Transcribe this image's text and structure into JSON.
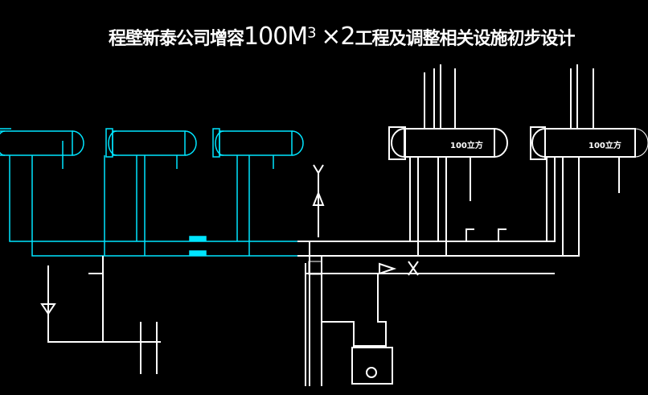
{
  "title": {
    "prefix": "程壁新泰公司增容",
    "capacity": "100M",
    "exponent": "3",
    "multiplier": "×2",
    "suffix": "工程及调整相关设施初步设计"
  },
  "tanks": [
    {
      "label": "100立方"
    },
    {
      "label": "100立方"
    }
  ],
  "colors": {
    "background": "#000000",
    "existing": "#00e5ff",
    "new": "#ffffff"
  }
}
